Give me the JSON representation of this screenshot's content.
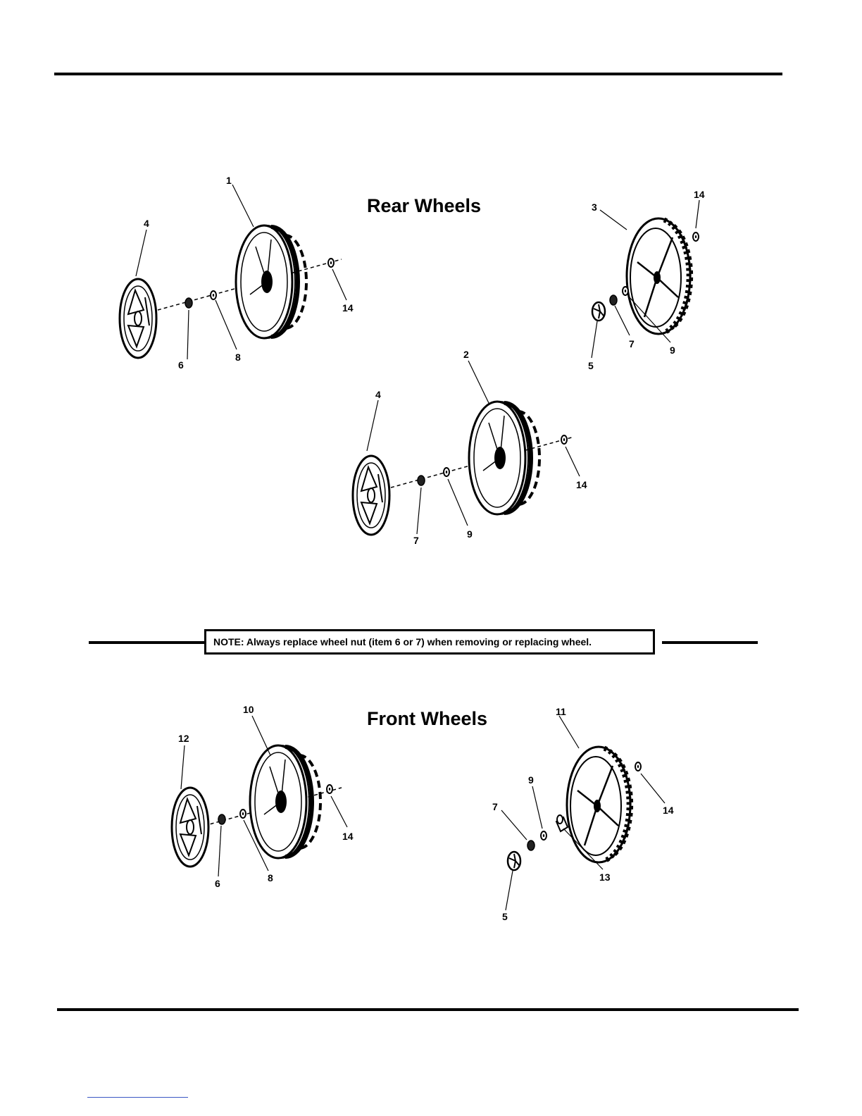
{
  "headings": {
    "rear": "Rear Wheels",
    "front": "Front Wheels"
  },
  "note": "NOTE: Always replace wheel nut (item 6 or 7) when removing or replacing wheel.",
  "callouts": {
    "rear_left": {
      "c1": "1",
      "c4": "4",
      "c6": "6",
      "c8": "8",
      "c14": "14"
    },
    "rear_right": {
      "c3": "3",
      "c14": "14",
      "c5": "5",
      "c7": "7",
      "c9": "9"
    },
    "rear_center": {
      "c2": "2",
      "c4": "4",
      "c7": "7",
      "c9": "9",
      "c14": "14"
    },
    "front_left": {
      "c10": "10",
      "c12": "12",
      "c6": "6",
      "c8": "8",
      "c14": "14"
    },
    "front_right": {
      "c11": "11",
      "c9": "9",
      "c7": "7",
      "c14": "14",
      "c13": "13",
      "c5": "5"
    }
  }
}
